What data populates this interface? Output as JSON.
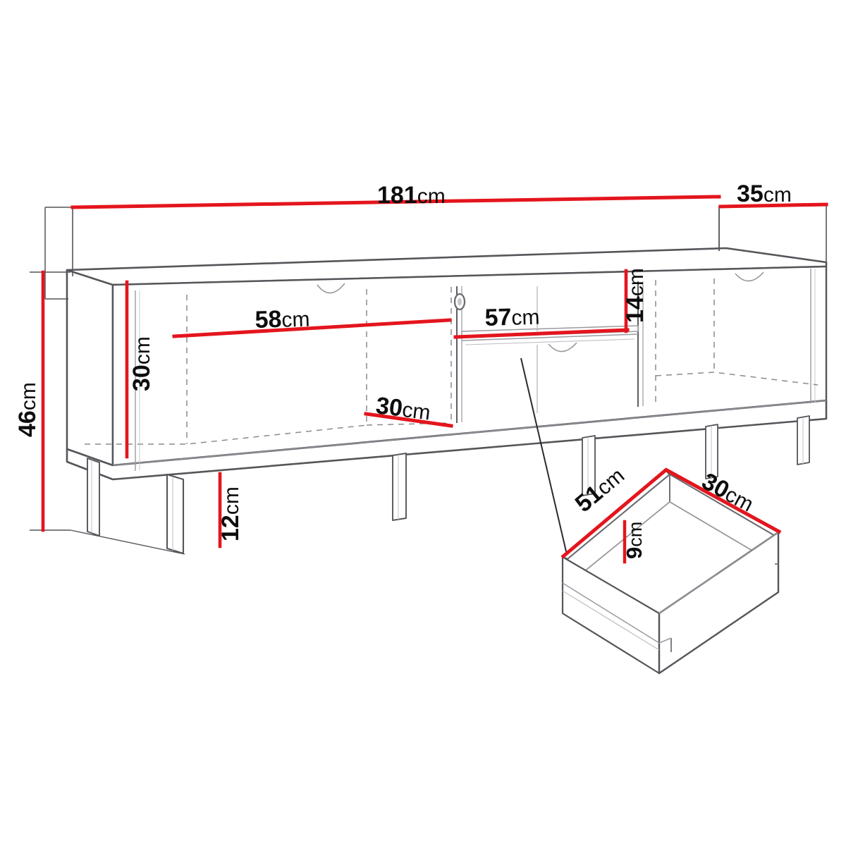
{
  "diagram": {
    "title": "TV cabinet dimension drawing",
    "unit": "cm",
    "colors": {
      "dimension_line": "#e4151d",
      "outline": "#55555a",
      "thin_line": "#9a9aa0",
      "dashed_line": "#8a8a90",
      "text": "#0d0d0d",
      "background": "#ffffff"
    }
  },
  "cabinet": {
    "name": "tv-cabinet",
    "dimensions": {
      "width": {
        "value": "181",
        "unit": "cm",
        "label": "181cm"
      },
      "depth": {
        "value": "35",
        "unit": "cm",
        "label": "35cm"
      },
      "height": {
        "value": "46",
        "unit": "cm",
        "label": "46cm"
      },
      "leg_height": {
        "value": "12",
        "unit": "cm",
        "label": "12cm"
      }
    },
    "compartments": [
      {
        "name": "left-compartment",
        "width": {
          "value": "58",
          "unit": "cm",
          "label": "58cm"
        },
        "height": {
          "value": "30",
          "unit": "cm",
          "label": "30cm"
        },
        "depth": {
          "value": "30",
          "unit": "cm",
          "label": "30cm"
        }
      },
      {
        "name": "center-compartment",
        "width": {
          "value": "57",
          "unit": "cm",
          "label": "57cm"
        },
        "shelf_height": {
          "value": "14",
          "unit": "cm",
          "label": "14cm"
        }
      },
      {
        "name": "right-compartment"
      }
    ],
    "legs_count": 6
  },
  "drawer": {
    "name": "drawer-detail",
    "dimensions": {
      "width": {
        "value": "51",
        "unit": "cm",
        "label": "51cm"
      },
      "depth": {
        "value": "30",
        "unit": "cm",
        "label": "30cm"
      },
      "height": {
        "value": "9",
        "unit": "cm",
        "label": "9cm"
      }
    }
  },
  "labels": {
    "width_181": {
      "num": "181",
      "unit": "cm"
    },
    "depth_35": {
      "num": "35",
      "unit": "cm"
    },
    "height_46": {
      "num": "46",
      "unit": "cm"
    },
    "inner_30": {
      "num": "30",
      "unit": "cm"
    },
    "left_58": {
      "num": "58",
      "unit": "cm"
    },
    "depth_30": {
      "num": "30",
      "unit": "cm"
    },
    "center_57": {
      "num": "57",
      "unit": "cm"
    },
    "shelf_14": {
      "num": "14",
      "unit": "cm"
    },
    "leg_12": {
      "num": "12",
      "unit": "cm"
    },
    "drawer_51": {
      "num": "51",
      "unit": "cm"
    },
    "drawer_30": {
      "num": "30",
      "unit": "cm"
    },
    "drawer_9": {
      "num": "9",
      "unit": "cm"
    }
  }
}
